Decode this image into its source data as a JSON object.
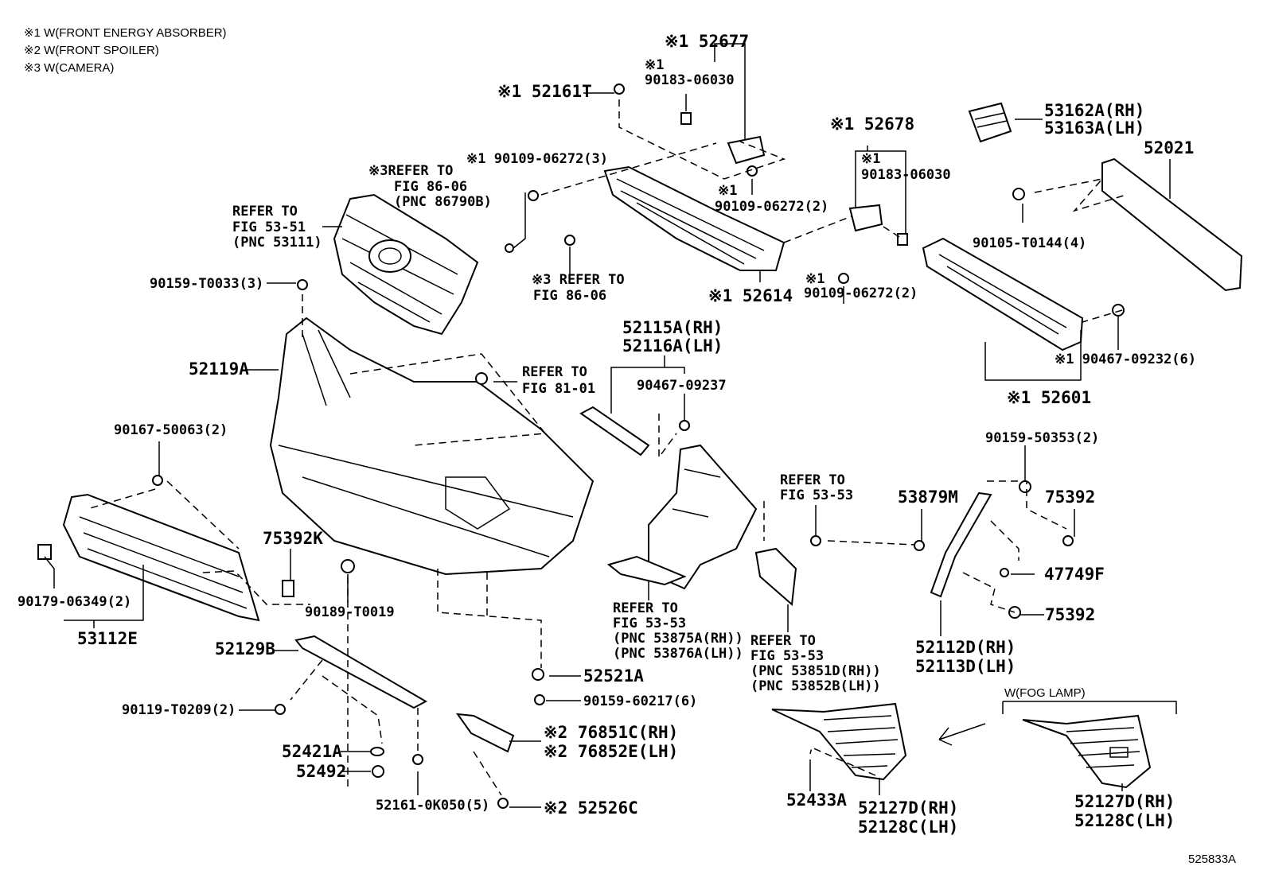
{
  "legend": {
    "note1": "※1 W(FRONT ENERGY ABSORBER)",
    "note2": "※2 W(FRONT SPOILER)",
    "note3": "※3 W(CAMERA)"
  },
  "labels": {
    "p52677": "※1 52677",
    "p90183a_mark": "※1",
    "p90183a": "90183-06030",
    "p52161T": "※1 52161T",
    "p52678": "※1 52678",
    "p90183b_mark": "※1",
    "p90183b": "90183-06030",
    "p53162A": "53162A(RH)",
    "p53163A": "53163A(LH)",
    "p52021": "52021",
    "ref_camera_1": "※3REFER TO",
    "ref_camera_2": "FIG 86-06",
    "ref_camera_3": "(PNC 86790B)",
    "p90109a": "※1 90109-06272(3)",
    "ref_grille_1": "REFER TO",
    "ref_grille_2": "FIG 53-51",
    "ref_grille_3": "(PNC 53111)",
    "p90109b_mark": "※1",
    "p90109b": "90109-06272(2)",
    "p90105": "90105-T0144(4)",
    "ref_cam2_1": "※3 REFER TO",
    "ref_cam2_2": "FIG 86-06",
    "p52614": "※1 52614",
    "p90109c_mark": "※1",
    "p90109c": "90109-06272(2)",
    "p90159a": "90159-T0033(3)",
    "p52115A": "52115A(RH)",
    "p52116A": "52116A(LH)",
    "p90467a": "※1 90467-09232(6)",
    "p52119A": "52119A",
    "ref_81_1": "REFER TO",
    "ref_81_2": "FIG 81-01",
    "p90467b": "90467-09237",
    "p52601": "※1 52601",
    "p90167": "90167-50063(2)",
    "p90159b": "90159-50353(2)",
    "ref_5353a_1": "REFER TO",
    "ref_5353a_2": "FIG 53-53",
    "p53879M": "53879M",
    "p75392a": "75392",
    "p75392K": "75392K",
    "p47749F": "47749F",
    "p90179": "90179-06349(2)",
    "p90189": "90189-T0019",
    "ref_5353b_1": "REFER TO",
    "ref_5353b_2": "FIG 53-53",
    "ref_5353b_3": "(PNC 53875A(RH))",
    "ref_5353b_4": "(PNC 53876A(LH))",
    "p75392b": "75392",
    "p53112E": "53112E",
    "ref_5353c_1": "REFER TO",
    "ref_5353c_2": "FIG 53-53",
    "ref_5353c_3": "(PNC 53851D(RH))",
    "ref_5353c_4": "(PNC 53852B(LH))",
    "p52112D": "52112D(RH)",
    "p52113D": "52113D(LH)",
    "p52129B": "52129B",
    "p52521A": "52521A",
    "p90119": "90119-T0209(2)",
    "p90159c": "90159-60217(6)",
    "fog_lamp": "W(FOG LAMP)",
    "p76851C": "※2 76851C(RH)",
    "p76852E": "※2 76852E(LH)",
    "p52421A": "52421A",
    "p52492": "52492",
    "p52161K": "52161-0K050(5)",
    "p52526C": "※2 52526C",
    "p52433A": "52433A",
    "p52127Da": "52127D(RH)",
    "p52128Ca": "52128C(LH)",
    "p52127Db": "52127D(RH)",
    "p52128Cb": "52128C(LH)",
    "figure_id": "525833A"
  }
}
